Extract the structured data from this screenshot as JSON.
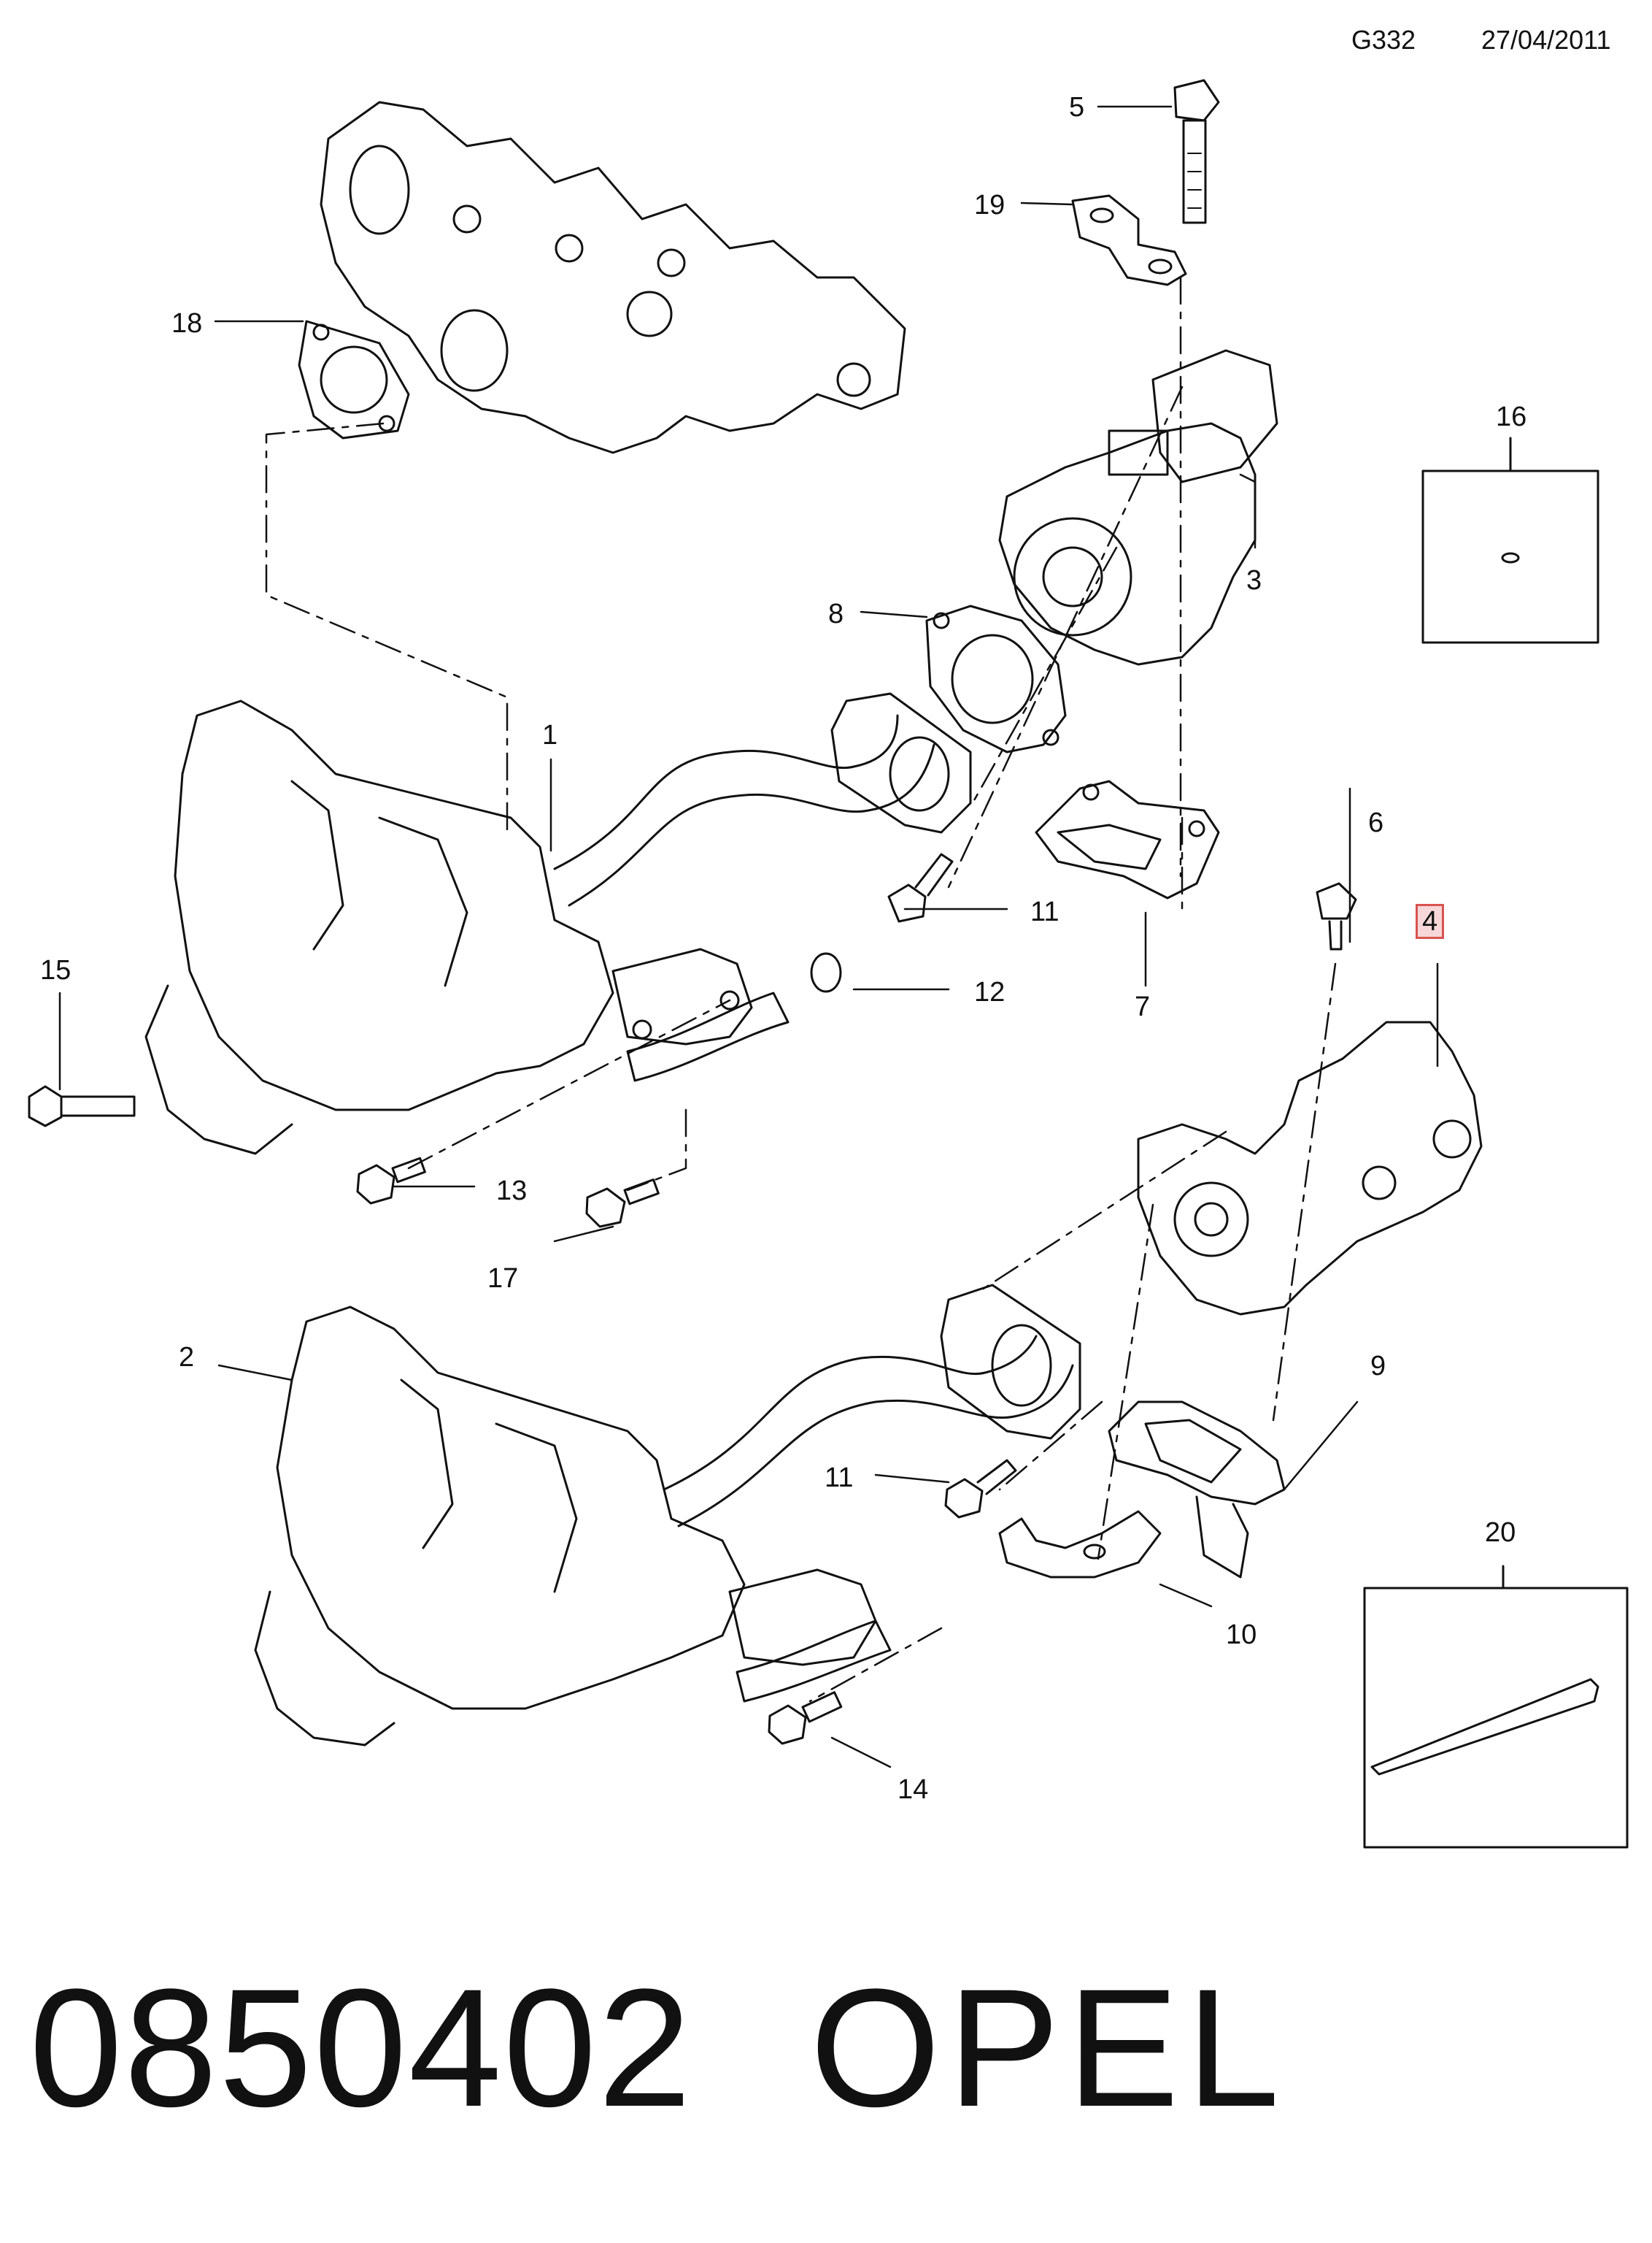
{
  "header": {
    "code": "G332",
    "date": "27/04/2011"
  },
  "callouts": {
    "c1": "1",
    "c2": "2",
    "c3": "3",
    "c4": "4",
    "c5": "5",
    "c6": "6",
    "c7": "7",
    "c8": "8",
    "c9": "9",
    "c10": "10",
    "c11a": "11",
    "c11b": "11",
    "c12": "12",
    "c13": "13",
    "c14": "14",
    "c15": "15",
    "c16": "16",
    "c17": "17",
    "c18": "18",
    "c19": "19",
    "c20": "20"
  },
  "footer": {
    "part_number": "0850402",
    "brand": "OPEL"
  },
  "colors": {
    "line": "#111111",
    "highlight_border": "#d9534f",
    "highlight_fill": "#f7d7d7"
  }
}
